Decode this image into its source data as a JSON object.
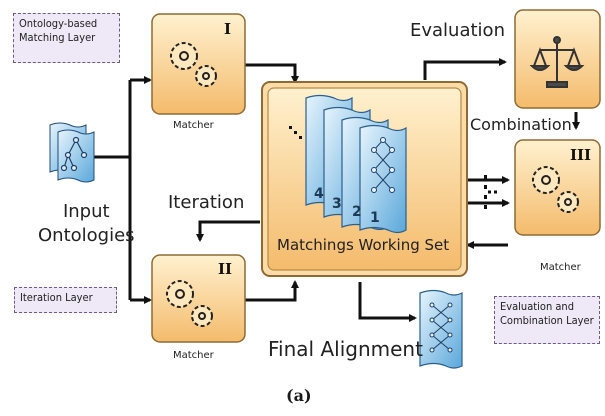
{
  "layer_labels": {
    "ontology_layer": "Ontology-based\nMatching Layer",
    "iteration_layer": "Iteration Layer",
    "eval_combination_layer": "Evaluation and\nCombination Layer"
  },
  "matchers": [
    {
      "roman": "I",
      "label": "Matcher"
    },
    {
      "roman": "II",
      "label": "Matcher"
    },
    {
      "roman": "III",
      "label": "Matcher"
    }
  ],
  "input": {
    "label": "Input\nOntologies"
  },
  "working_set": {
    "label": "Matchings Working Set",
    "sheet_numbers": [
      "4",
      "3",
      "2",
      "1"
    ]
  },
  "flows": {
    "evaluation": "Evaluation",
    "combination": "Combination",
    "iteration": "Iteration",
    "final_alignment": "Final Alignment"
  },
  "caption": "(a)"
}
